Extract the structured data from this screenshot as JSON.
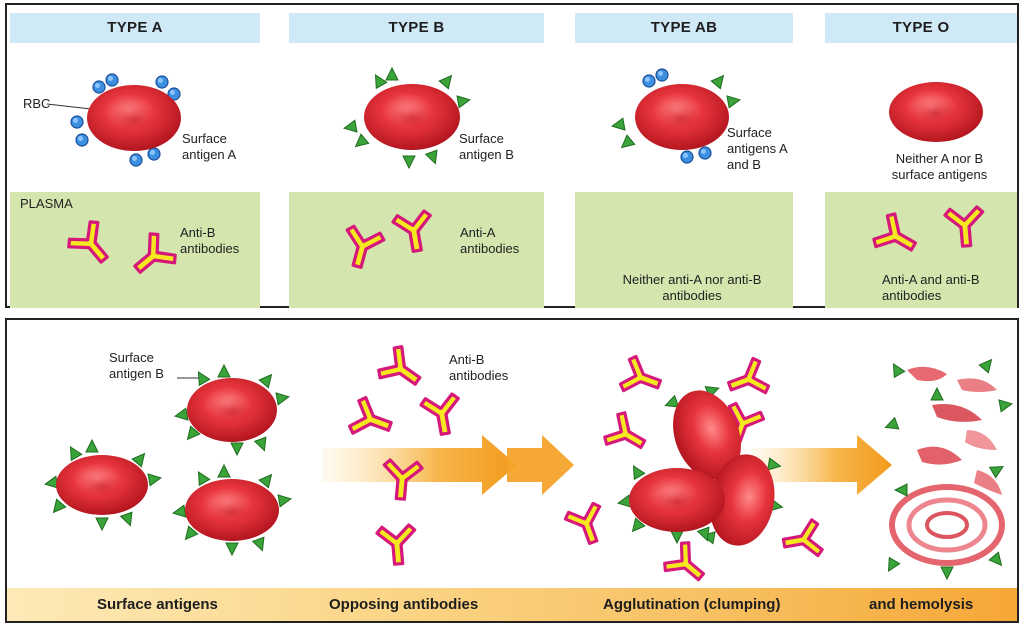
{
  "blood_types": {
    "headers": [
      "TYPE A",
      "TYPE B",
      "TYPE AB",
      "TYPE O"
    ],
    "rbc_label": "RBC",
    "plasma_label": "PLASMA",
    "antigens": [
      "Surface antigen A",
      "Surface antigen B",
      "Surface antigens A and B",
      "Neither A nor B surface antigens"
    ],
    "antibodies": [
      "Anti-B antibodies",
      "Anti-A antibodies",
      "Neither anti-A nor anti-B antibodies",
      "Anti-A and anti-B antibodies"
    ]
  },
  "process": {
    "surface_antigen_label": "Surface antigen B",
    "antibody_label": "Anti-B antibodies",
    "steps": [
      "Surface antigens",
      "Opposing antibodies",
      "Agglutination (clumping)",
      "and hemolysis"
    ]
  },
  "colors": {
    "header_bg": "#cfe9f7",
    "plasma_bg": "#d4e6ae",
    "rbc": "#e0303a",
    "antigen_a": "#3d8fe0",
    "antigen_b": "#3aa33a",
    "antibody_fill": "#f5e81f",
    "antibody_edge": "#d6187a",
    "arrow": "#f4a32a"
  }
}
